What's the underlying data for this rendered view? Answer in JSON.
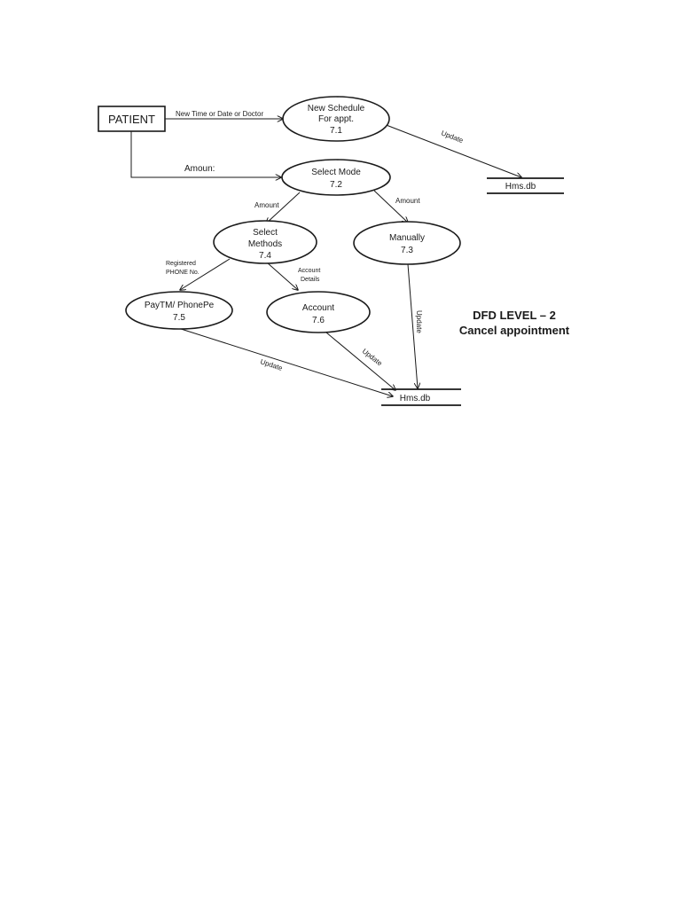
{
  "diagram": {
    "title_line1": "DFD LEVEL – 2",
    "title_line2": "Cancel appointment",
    "entity": {
      "label": "PATIENT"
    },
    "processes": {
      "p71": {
        "line1": "New Schedule",
        "line2": "For appt.",
        "num": "7.1"
      },
      "p72": {
        "line1": "Select Mode",
        "num": "7.2"
      },
      "p73": {
        "line1": "Manually",
        "num": "7.3"
      },
      "p74": {
        "line1": "Select",
        "line2": "Methods",
        "num": "7.4"
      },
      "p75": {
        "line1": "PayTM/ PhonePe",
        "num": "7.5"
      },
      "p76": {
        "line1": "Account",
        "num": "7.6"
      }
    },
    "stores": {
      "top": {
        "label": "Hms.db"
      },
      "bottom": {
        "label": "Hms.db"
      }
    },
    "flows": {
      "patient_to_71": "New Time or Date or Doctor",
      "patient_to_72": "Amoun:",
      "p71_to_store": "Update",
      "p72_to_74": "Amount",
      "p72_to_73": "Amount",
      "p74_to_75_line1": "Registered",
      "p74_to_75_line2": "PHONE No.",
      "p74_to_76_line1": "Account",
      "p74_to_76_line2": "Details",
      "p73_to_store": "Update",
      "p76_to_store": "Update",
      "p75_to_store": "Update"
    }
  }
}
